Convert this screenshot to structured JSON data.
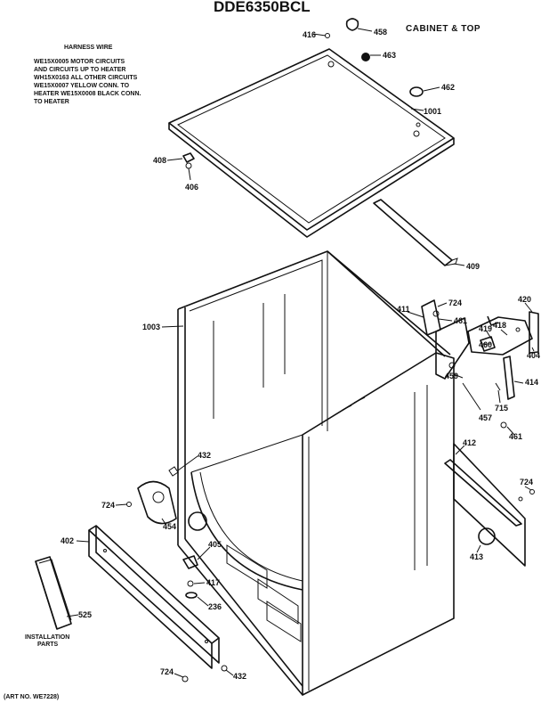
{
  "title": "DDE6350BCL",
  "section": "CABINET & TOP",
  "harness": {
    "heading": "HARNESS WIRE",
    "lines": [
      "WE15X0005 MOTOR CIRCUITS",
      "AND CIRCUITS UP TO HEATER",
      "WH15X0163 ALL OTHER CIRCUITS",
      "WE15X0007 YELLOW CONN. TO",
      "HEATER WE15X0008 BLACK CONN.",
      "TO HEATER"
    ]
  },
  "art_no": "(ART NO. WE7228)",
  "installation": [
    "INSTALLATION",
    "PARTS"
  ],
  "callouts": {
    "c416": "416",
    "c458": "458",
    "c463": "463",
    "c462": "462",
    "c1001": "1001",
    "c408": "408",
    "c406": "406",
    "c409": "409",
    "c1003": "1003",
    "c411": "411",
    "c724a": "724",
    "c461a": "461",
    "c420": "420",
    "c419": "419",
    "c418": "418",
    "c404": "404",
    "c460": "460",
    "c459": "459",
    "c715": "715",
    "c414": "414",
    "c457": "457",
    "c461b": "461",
    "c412": "412",
    "c724b": "724",
    "c413": "413",
    "c432a": "432",
    "c724c": "724",
    "c454": "454",
    "c402": "402",
    "c405": "405",
    "c417": "417",
    "c236": "236",
    "c525": "525",
    "c724d": "724",
    "c432b": "432"
  }
}
